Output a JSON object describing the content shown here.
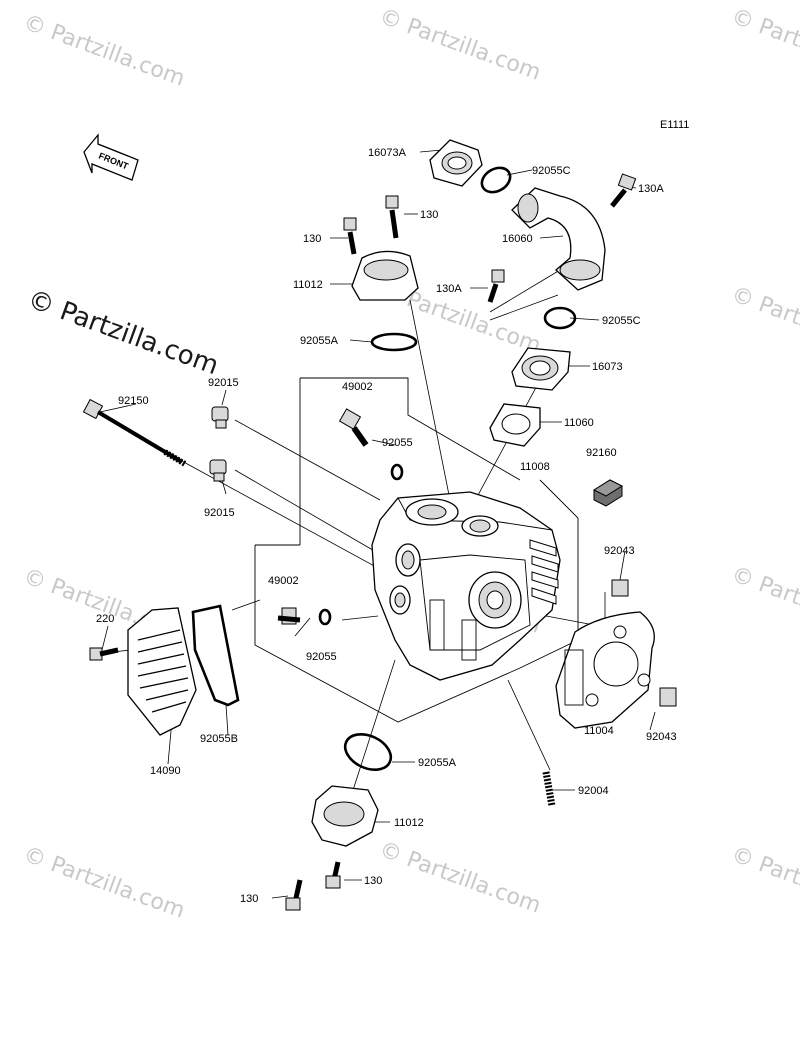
{
  "diagram_code": "E1111",
  "front_arrow_label": "FRONT",
  "watermark": {
    "brand": "© Partzilla.com"
  },
  "colors": {
    "ink": "#000000",
    "watermark": "#c8c8c8",
    "background": "#ffffff"
  },
  "labels": {
    "p16073A": "16073A",
    "p92055C_top": "92055C",
    "p130A_top": "130A",
    "p130_top": "130",
    "p130_left": "130",
    "p16060": "16060",
    "p11012_top": "11012",
    "p130A_mid": "130A",
    "p92055C_mid": "92055C",
    "p92055A_top": "92055A",
    "p16073": "16073",
    "p92015_top": "92015",
    "p49002_top": "49002",
    "p92150": "92150",
    "p11060": "11060",
    "p92055_top": "92055",
    "p11008": "11008",
    "p92160": "92160",
    "p92015_bot": "92015",
    "p92043_top": "92043",
    "p49002_bot": "49002",
    "p220": "220",
    "p92055_bot": "92055",
    "p92043_bot": "92043",
    "p11004": "11004",
    "p92055B": "92055B",
    "p14090": "14090",
    "p92055A_bot": "92055A",
    "p92004": "92004",
    "p11012_bot": "11012",
    "p130_botR": "130",
    "p130_botL": "130"
  }
}
